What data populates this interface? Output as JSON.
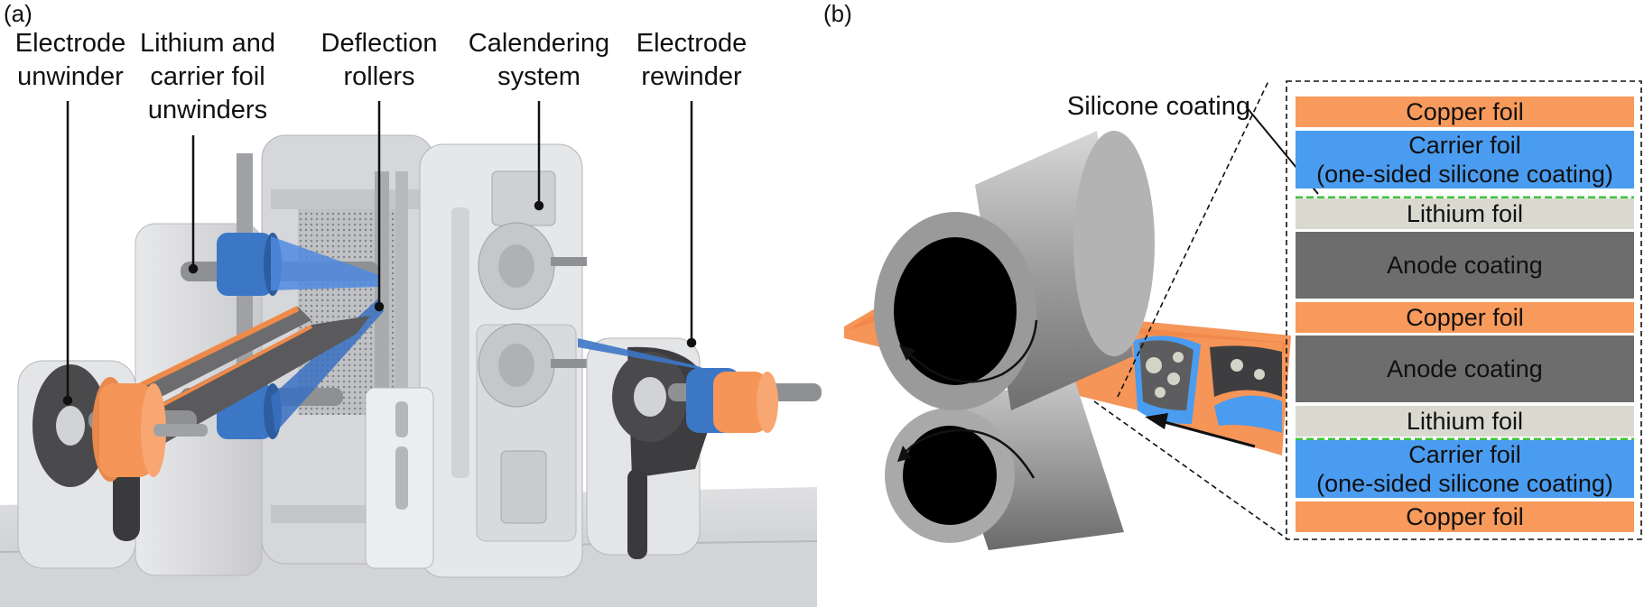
{
  "panels": {
    "a": "(a)",
    "b": "(b)"
  },
  "panel_a": {
    "callouts": {
      "electrode_unwinder": [
        "Electrode",
        "unwinder"
      ],
      "lithium_carrier_unwinders": [
        "Lithium and",
        "carrier foil",
        "unwinders"
      ],
      "deflection_rollers": [
        "Deflection",
        "rollers"
      ],
      "calendering_system": [
        "Calendering",
        "system"
      ],
      "electrode_rewinder": [
        "Electrode",
        "rewinder"
      ]
    }
  },
  "panel_b": {
    "silicone_label": "Silicone coating",
    "layers": [
      {
        "lines": [
          "Copper foil"
        ],
        "color": "#f79a5b"
      },
      {
        "lines": [
          "Carrier foil",
          "(one-sided silicone coating)"
        ],
        "color": "#4a9cf0"
      },
      {
        "lines": [
          "Lithium foil"
        ],
        "color": "#dad9cf"
      },
      {
        "lines": [
          "Anode coating"
        ],
        "color": "#6d6d6d"
      },
      {
        "lines": [
          "Copper foil"
        ],
        "color": "#f79a5b"
      },
      {
        "lines": [
          "Anode coating"
        ],
        "color": "#6d6d6d"
      },
      {
        "lines": [
          "Lithium foil"
        ],
        "color": "#dad9cf"
      },
      {
        "lines": [
          "Carrier foil",
          "(one-sided silicone coating)"
        ],
        "color": "#4a9cf0"
      },
      {
        "lines": [
          "Copper foil"
        ],
        "color": "#f79a5b"
      }
    ],
    "silicone_line_color": "#3cc43c"
  }
}
